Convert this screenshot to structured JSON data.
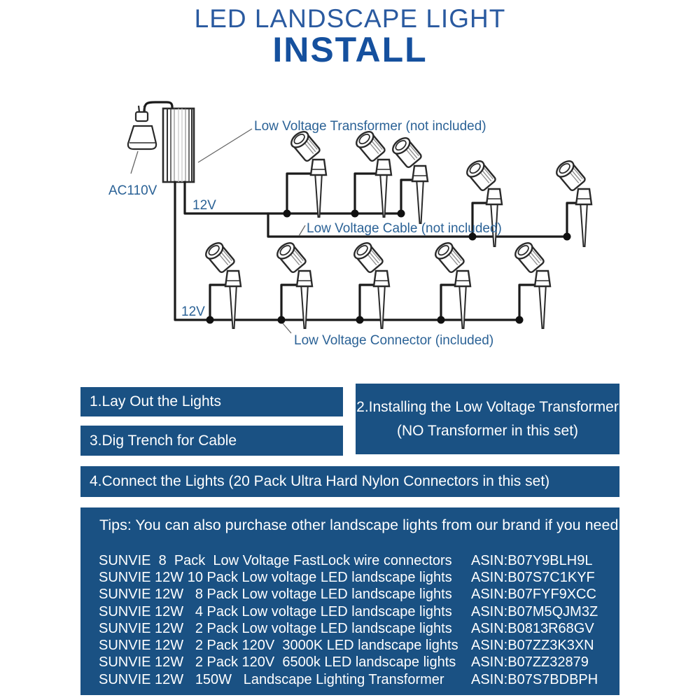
{
  "title": {
    "line1": "LED LANDSCAPE LIGHT",
    "line2": "INSTALL"
  },
  "diagram": {
    "labels": {
      "transformer": "Low Voltage Transformer (not included)",
      "cable": "Low Voltage Cable (not included)",
      "connector": "Low Voltage Connector (included)",
      "ac": "AC110V",
      "v12_top": "12V",
      "v12_bottom": "12V"
    }
  },
  "steps": {
    "step1": "1.Lay Out the Lights",
    "step2_line1": "2.Installing the Low Voltage Transformer",
    "step2_line2": "(NO Transformer in this set)",
    "step3": "3.Dig Trench for Cable",
    "step4": "4.Connect the Lights (20 Pack Ultra Hard Nylon Connectors in this set)"
  },
  "tips": {
    "intro": "Tips: You can also purchase other landscape lights from our brand if you need",
    "products": [
      {
        "name": "SUNVIE  8  Pack  Low Voltage FastLock wire connectors",
        "asin": "ASIN:B07Y9BLH9L"
      },
      {
        "name": "SUNVIE 12W 10 Pack Low voltage LED landscape lights",
        "asin": "ASIN:B07S7C1KYF"
      },
      {
        "name": "SUNVIE 12W   8 Pack Low voltage LED landscape lights",
        "asin": "ASIN:B07FYF9XCC"
      },
      {
        "name": "SUNVIE 12W   4 Pack Low voltage LED landscape lights",
        "asin": "ASIN:B07M5QJM3Z"
      },
      {
        "name": "SUNVIE 12W   2 Pack Low voltage LED landscape lights",
        "asin": "ASIN:B0813R68GV"
      },
      {
        "name": "SUNVIE 12W   2 Pack 120V  3000K LED landscape lights",
        "asin": "ASIN:B07ZZ3K3XN"
      },
      {
        "name": "SUNVIE 12W   2 Pack 120V  6500k LED landscape lights",
        "asin": "ASIN:B07ZZ32879"
      },
      {
        "name": "SUNVIE 12W   150W   Landscape Lighting Transformer",
        "asin": "ASIN:B07S7BDBPH"
      }
    ]
  },
  "colors": {
    "bar_blue": "#1a5183",
    "title_blue": "#15509e",
    "label_blue": "#2b6296"
  }
}
